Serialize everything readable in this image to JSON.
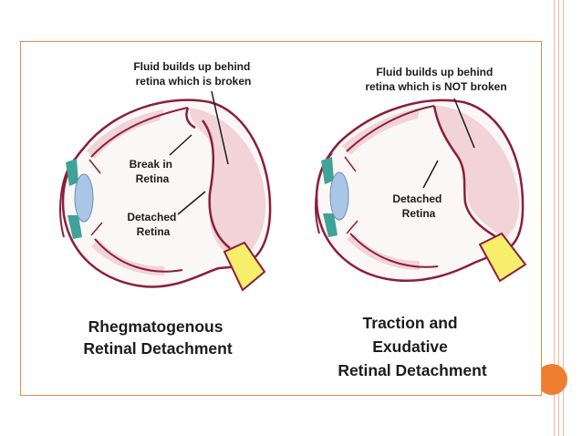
{
  "figure": {
    "left_eye": {
      "annotation_fluid": [
        "Fluid builds up behind",
        "retina which is broken"
      ],
      "annotation_break": [
        "Break in",
        "Retina"
      ],
      "annotation_detached": [
        "Detached",
        "Retina"
      ],
      "caption": [
        "Rhegmatogenous",
        "Retinal Detachment"
      ]
    },
    "right_eye": {
      "annotation_fluid": [
        "Fluid builds up behind",
        "retina which is NOT broken"
      ],
      "annotation_detached": [
        "Detached",
        "Retina"
      ],
      "caption": [
        "Traction and",
        "Exudative",
        "Retinal Detachment"
      ]
    }
  },
  "colors": {
    "frame_border": "#ef8a4a",
    "page_dot": "#ee7d31",
    "retina_line": "#8b1f3a",
    "fluid_fill": "#f1d3d8",
    "iris_teal": "#3fa39a",
    "lens_blue": "#a9c6e6",
    "optic_nerve": "#f7ef6c"
  }
}
